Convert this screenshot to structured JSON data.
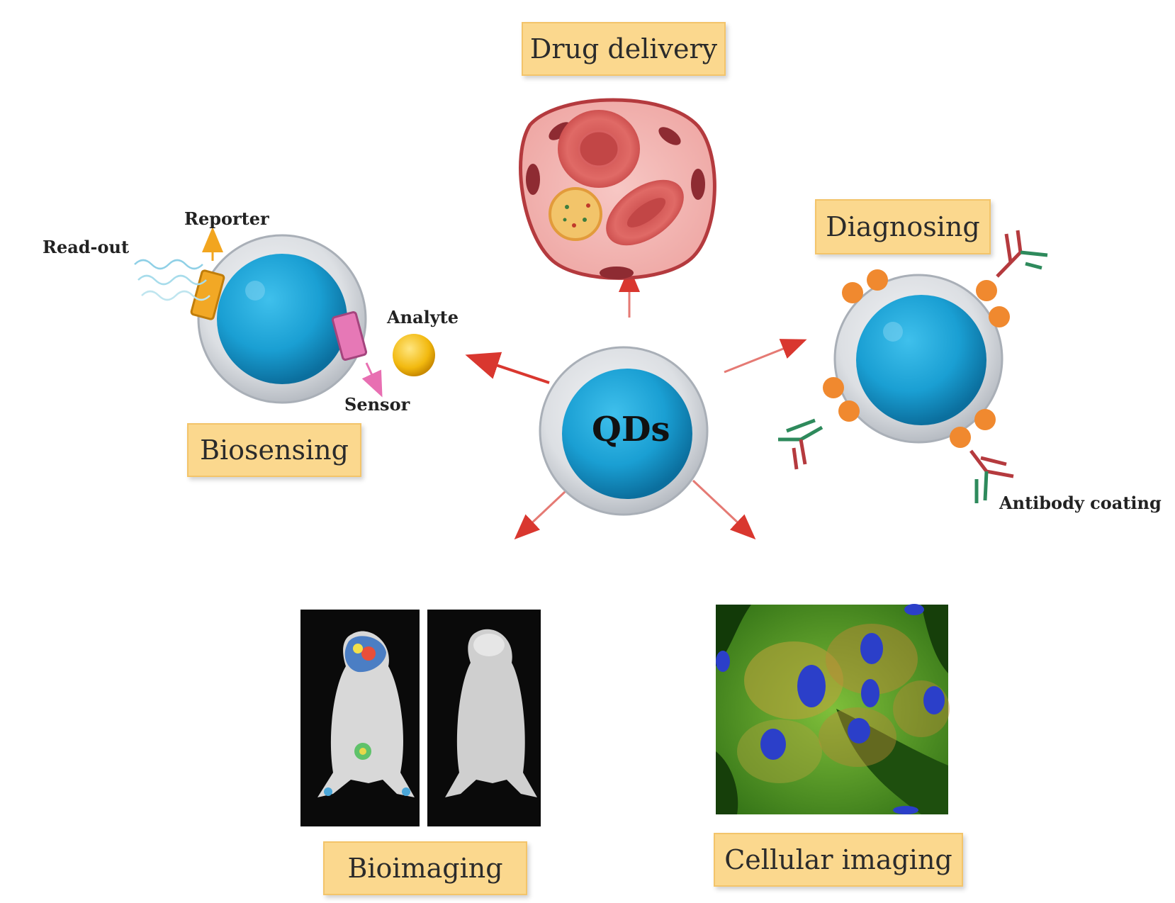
{
  "center": {
    "label": "QDs"
  },
  "applications": {
    "drug_delivery": "Drug delivery",
    "diagnosing": "Diagnosing",
    "biosensing": "Biosensing",
    "bioimaging": "Bioimaging",
    "cellular_imaging": "Cellular imaging"
  },
  "biosensor": {
    "reporter": "Reporter",
    "readout": "Read-out",
    "analyte": "Analyte",
    "sensor": "Sensor"
  },
  "diagnosing_detail": {
    "antibody_coating": "Antibody coating"
  },
  "colors": {
    "qd_core": "#1aa3d6",
    "qd_shell": "#c9cdd3",
    "label_fill": "#fbd88e",
    "arrow": "#d9372f",
    "ligand": "#f0892f"
  }
}
